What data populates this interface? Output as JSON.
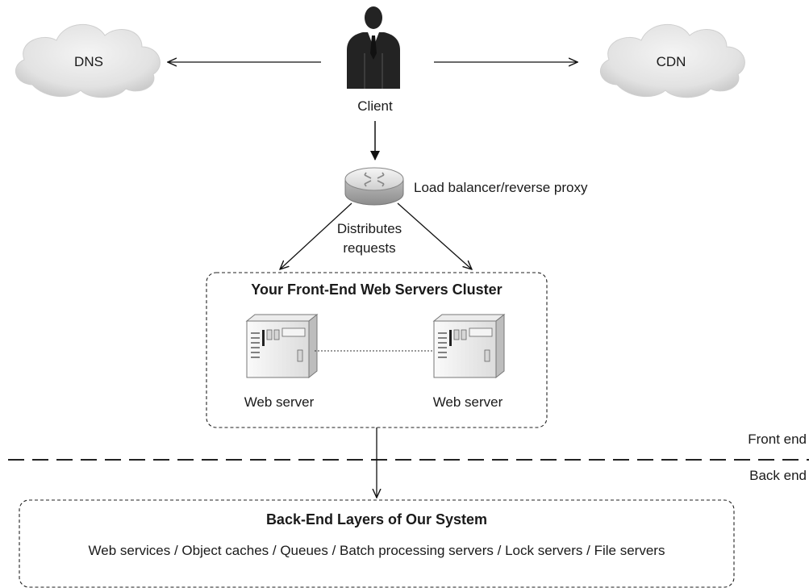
{
  "nodes": {
    "dns": "DNS",
    "cdn": "CDN",
    "client": "Client",
    "load_balancer": "Load balancer/reverse proxy",
    "distributes_line1": "Distributes",
    "distributes_line2": "requests",
    "web_server_left": "Web server",
    "web_server_right": "Web server"
  },
  "frontend_cluster": {
    "title": "Your Front-End Web Servers Cluster"
  },
  "divider": {
    "front_label": "Front end",
    "back_label": "Back end"
  },
  "backend": {
    "title": "Back-End Layers of Our System",
    "items": "Web services / Object caches / Queues / Batch processing servers / Lock servers / File servers"
  }
}
